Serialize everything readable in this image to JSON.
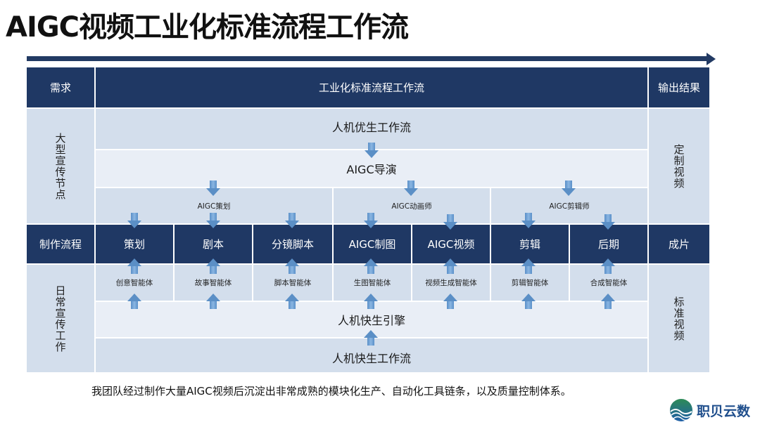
{
  "title": "AIGC视频工业化标准流程工作流",
  "header": {
    "demand": "需求",
    "workflow": "工业化标准流程工作流",
    "output": "输出结果"
  },
  "left_column": {
    "top": "大型宣传节点",
    "middle": "制作流程",
    "bottom": "日常宣传工作"
  },
  "right_column": {
    "top": "定制视频",
    "middle": "成片",
    "bottom": "标准视频"
  },
  "top_section": {
    "workflow": "人机优生工作流",
    "director": "AIGC导演",
    "roles": [
      "AIGC策划",
      "AIGC动画师",
      "AIGC剪辑师"
    ]
  },
  "process_steps": [
    "策划",
    "剧本",
    "分镜脚本",
    "AIGC制图",
    "AIGC视频",
    "剪辑",
    "后期"
  ],
  "agents": [
    "创意智能体",
    "故事智能体",
    "脚本智能体",
    "生图智能体",
    "视频生成智能体",
    "剪辑智能体",
    "合成智能体"
  ],
  "bottom_section": {
    "engine": "人机快生引擎",
    "workflow": "人机快生工作流"
  },
  "caption": "我团队经过制作大量AIGC视频后沉淀出非常成熟的模块化生产、自动化工具链条，以及质量控制体系。",
  "logo": {
    "text": "职贝云数",
    "icon": "wave-globe-icon"
  },
  "colors": {
    "dark_navy": "#1f3864",
    "light_blue": "#d3deec",
    "lighter_blue": "#e9eef6",
    "arrow_blue": "#5b8fc6"
  }
}
